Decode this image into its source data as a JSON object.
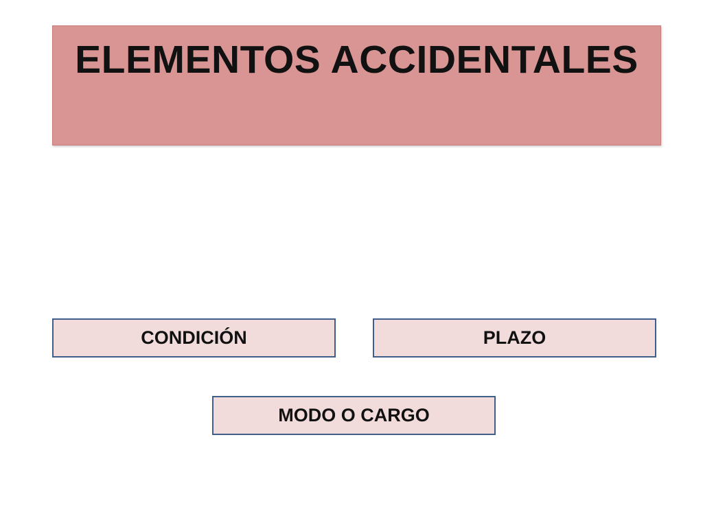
{
  "slide": {
    "title": "ELEMENTOS ACCIDENTALES",
    "concepts": {
      "condicion": "CONDICIÓN",
      "plazo": "PLAZO",
      "modo": "MODO O CARGO"
    }
  },
  "colors": {
    "title_fill": "#d99594",
    "box_fill": "#f2dcdb",
    "box_border": "#3f5f8a",
    "text": "#111111"
  }
}
